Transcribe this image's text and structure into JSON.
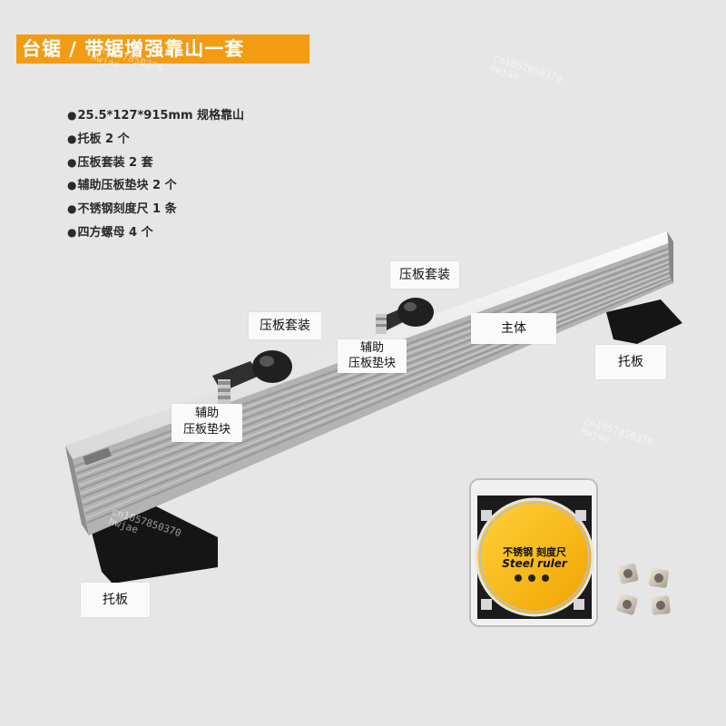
{
  "header": {
    "title": "台锯 / 带锯增强靠山一套",
    "accent_color": "#f39b12"
  },
  "specs": [
    "25.5*127*915mm 规格靠山",
    "托板 2 个",
    "压板套装 2 套",
    "辅助压板垫块 2 个",
    "不锈钢刻度尺 1 条",
    "四方螺母  4 个"
  ],
  "spec_bullet": "●",
  "callouts": {
    "clamp_right": "压板套装",
    "clamp_left": "压板套装",
    "main_body": "主体",
    "pad_right_line1": "辅助",
    "pad_right_line2": "压板垫块",
    "pad_left_line1": "辅助",
    "pad_left_line2": "压板垫块",
    "tray_right": "托板",
    "tray_left": "托板"
  },
  "ruler_package": {
    "title": "不锈钢 刻度尺",
    "subtitle": "Steel ruler"
  },
  "watermark": {
    "line1": "cn1057850370",
    "line2": "hwjae"
  }
}
